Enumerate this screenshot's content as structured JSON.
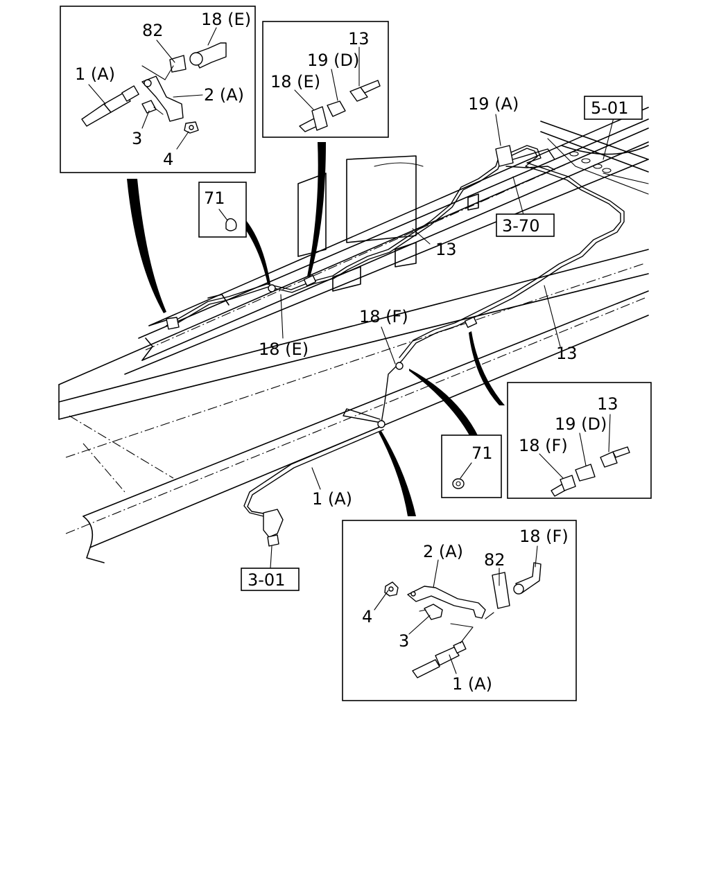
{
  "labels": {
    "inset_a_18e": "18 (E)",
    "inset_a_82": "82",
    "inset_a_1a": "1 (A)",
    "inset_a_2a": "2 (A)",
    "inset_a_3": "3",
    "inset_a_4": "4",
    "inset_b_13": "13",
    "inset_b_19d": "19 (D)",
    "inset_b_18e": "18 (E)",
    "inset_c_71": "71",
    "main_19a": "19 (A)",
    "ref_501": "5-01",
    "ref_370": "3-70",
    "main_13_upper": "13",
    "main_18e": "18 (E)",
    "main_18f": "18 (F)",
    "main_13_lower": "13",
    "main_1a": "1 (A)",
    "ref_301": "3-01",
    "inset_d_71": "71",
    "inset_e_13": "13",
    "inset_e_19d": "19 (D)",
    "inset_e_18f": "18 (F)",
    "inset_f_2a": "2 (A)",
    "inset_f_18f": "18 (F)",
    "inset_f_82": "82",
    "inset_f_4": "4",
    "inset_f_3": "3",
    "inset_f_1a": "1 (A)"
  }
}
